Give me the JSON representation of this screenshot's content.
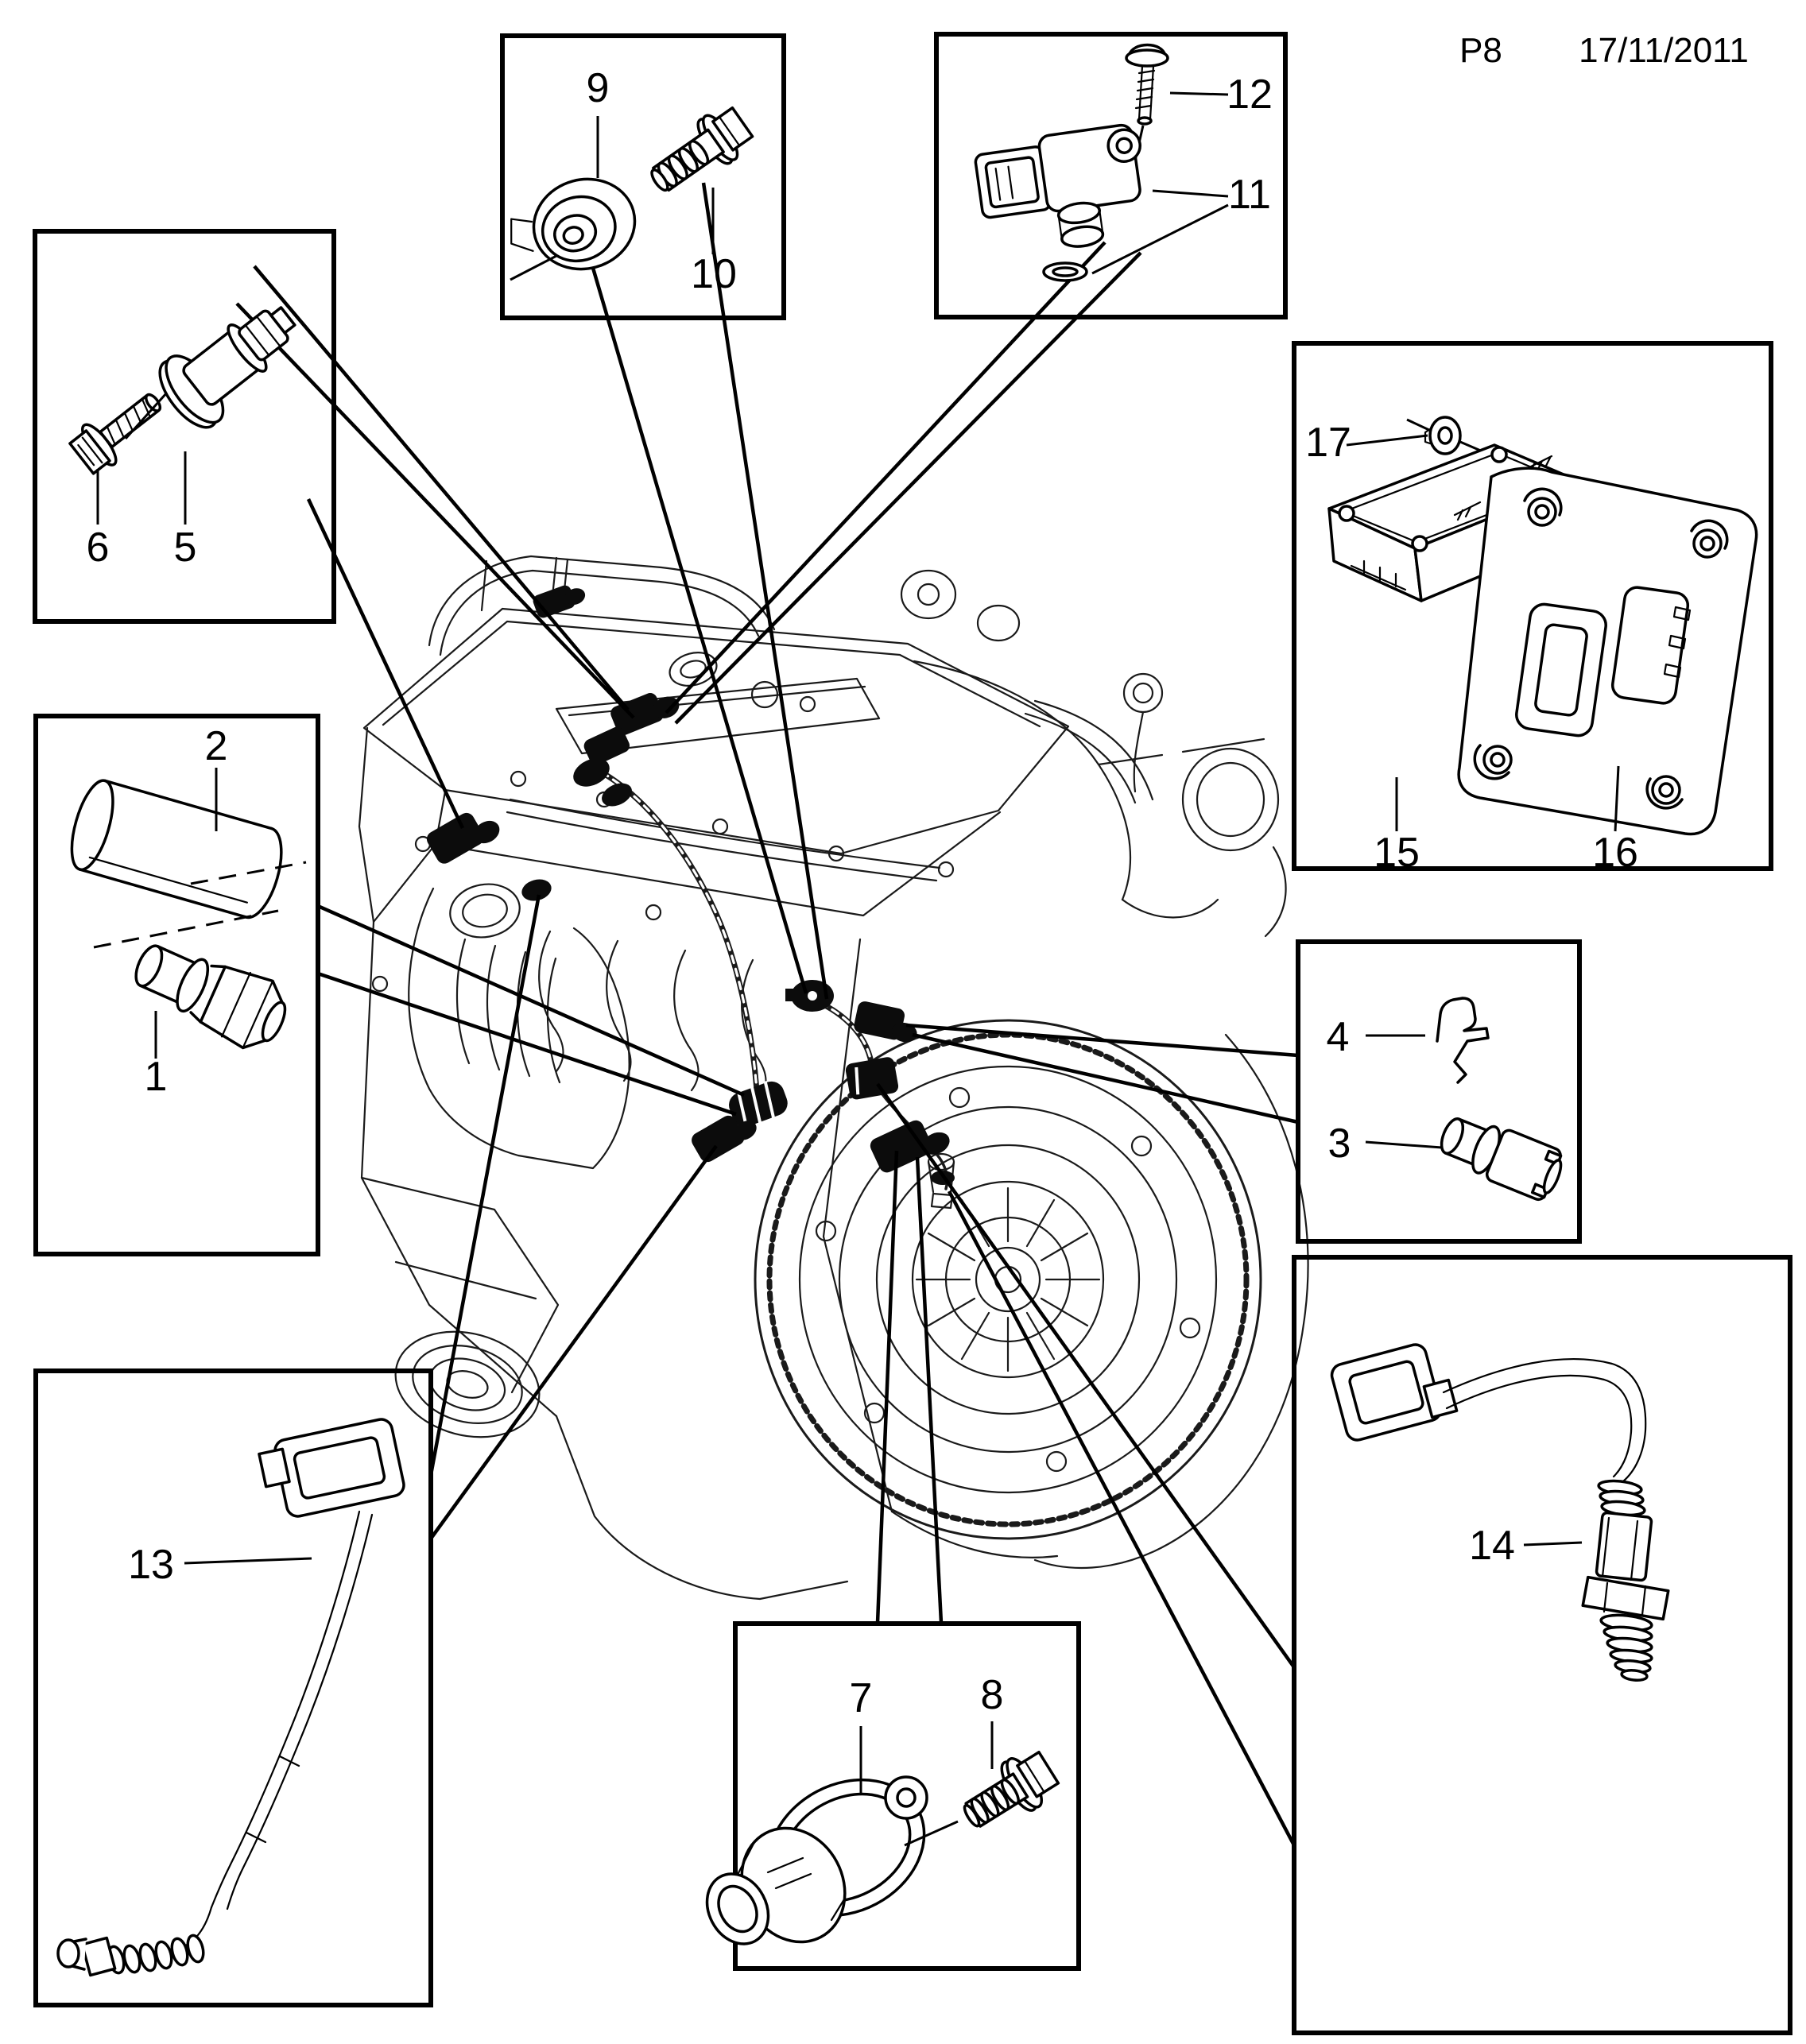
{
  "header": {
    "page_code": "P8",
    "date": "17/11/2011"
  },
  "boxes": {
    "camshaft_sensor": {
      "part_labels": [
        "6",
        "5"
      ]
    },
    "knock_sensor": {
      "part_labels": [
        "9",
        "10"
      ]
    },
    "map_sensor": {
      "part_labels": [
        "12",
        "11"
      ]
    },
    "ecu": {
      "part_labels": [
        "17",
        "15",
        "16"
      ]
    },
    "oil_pressure_switch": {
      "part_labels": [
        "2",
        "1"
      ]
    },
    "coolant_temp_sensor": {
      "part_labels": [
        "4",
        "3"
      ]
    },
    "oxygen_sensor_front": {
      "part_labels": [
        "13"
      ]
    },
    "crankshaft_sensor": {
      "part_labels": [
        "7",
        "8"
      ]
    },
    "oxygen_sensor_rear": {
      "part_labels": [
        "14"
      ]
    }
  }
}
